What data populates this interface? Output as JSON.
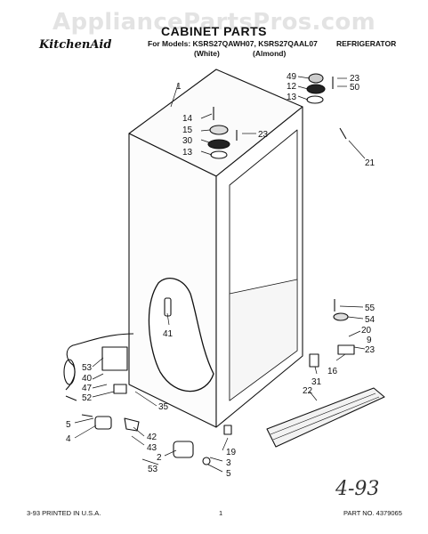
{
  "watermark": "AppliancePartsPros.com",
  "header": {
    "brand": "KitchenAid",
    "title": "CABINET PARTS",
    "models": "For Models: KSRS27QAWH07, KSRS27QAAL07",
    "white_label": "(White)",
    "almond_label": "(Almond)",
    "category": "REFRIGERATOR"
  },
  "diagram": {
    "callouts": [
      "1",
      "14",
      "15",
      "30",
      "13",
      "23",
      "49",
      "12",
      "13",
      "23",
      "50",
      "21",
      "55",
      "54",
      "20",
      "9",
      "23",
      "16",
      "31",
      "22",
      "41",
      "53",
      "40",
      "47",
      "52",
      "35",
      "5",
      "4",
      "42",
      "43",
      "2",
      "53",
      "19",
      "3",
      "5"
    ]
  },
  "footer": {
    "left": "3-93 PRINTED IN U.S.A.",
    "center": "1",
    "right": "PART NO. 4379065"
  },
  "handwritten_note": "4-93"
}
